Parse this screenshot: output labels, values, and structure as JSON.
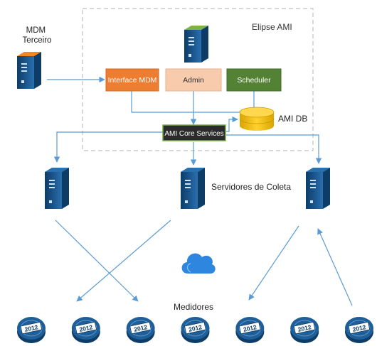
{
  "elipse": {
    "label": "Elipse AMI"
  },
  "mdm_third_party": {
    "line1": "MDM",
    "line2": "Terceiro"
  },
  "modules": {
    "interface_mdm": "Interface MDM",
    "admin": "Admin",
    "scheduler": "Scheduler"
  },
  "core": {
    "label": "AMI Core Services"
  },
  "database": {
    "label": "AMI DB"
  },
  "collectors": {
    "label": "Servidores de Coleta"
  },
  "meters": {
    "label": "Medidores",
    "count": 7,
    "display_text": "2012"
  },
  "colors": {
    "server_blue": "#1f5f99",
    "server_dark": "#0d3c66",
    "mdm_server_cap": "#f4861f",
    "app_server_cap": "#7cb342",
    "interface_mdm_fill": "#ed7d31",
    "admin_fill": "#f8cbad",
    "scheduler_fill": "#548235",
    "core_fill": "#2b2b2b",
    "core_border": "#70ad47",
    "db_fill": "#f2c200",
    "cloud": "#2e86de",
    "connector": "#5b9bd5",
    "boundary": "#c0c0c0"
  },
  "icons": {
    "server": "server-tower-icon",
    "database": "database-cylinder-icon",
    "cloud": "cloud-icon",
    "meter": "meter-dial-icon"
  }
}
